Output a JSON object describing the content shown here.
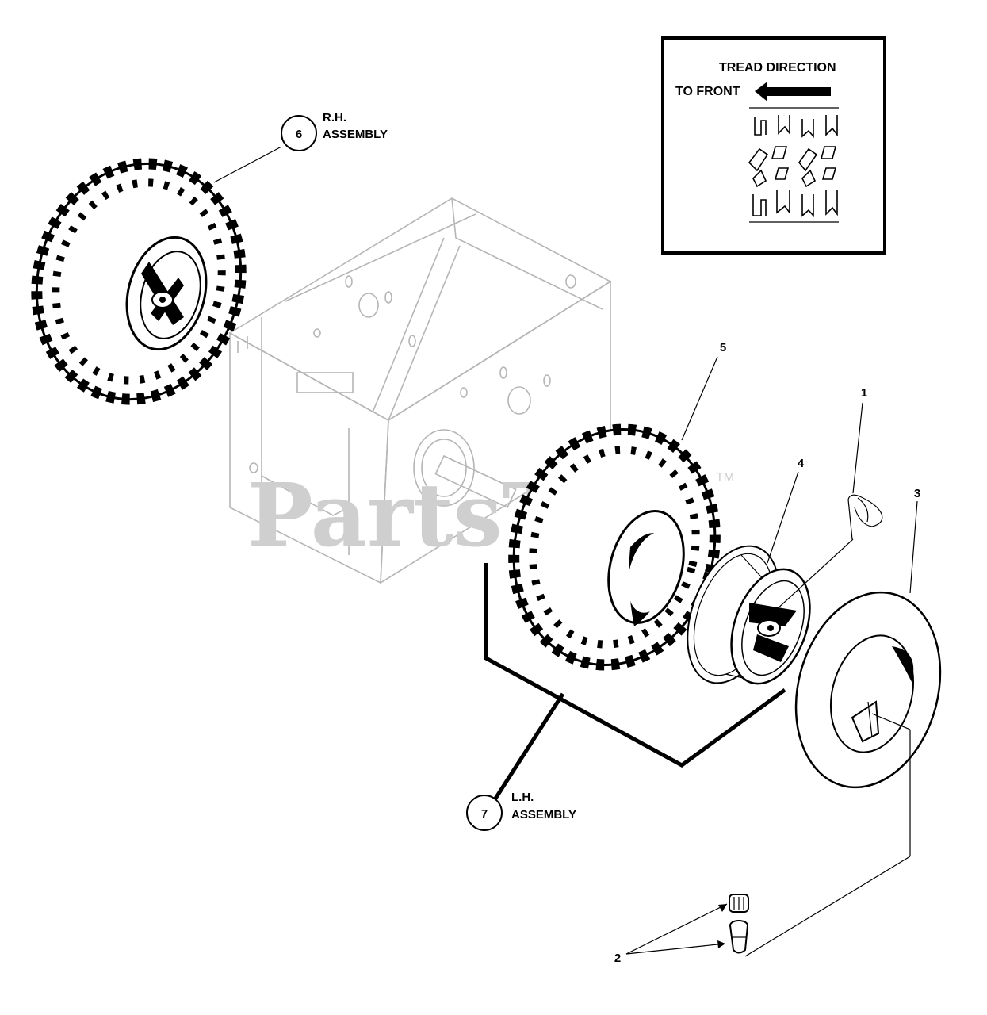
{
  "callouts": [
    {
      "id": "1",
      "text": "1"
    },
    {
      "id": "2",
      "text": "2"
    },
    {
      "id": "3",
      "text": "3"
    },
    {
      "id": "4",
      "text": "4"
    },
    {
      "id": "5",
      "text": "5"
    },
    {
      "id": "6",
      "text": "6"
    },
    {
      "id": "7",
      "text": "7"
    }
  ],
  "captions": {
    "rh_line1": "R.H.",
    "rh_line2": "ASSEMBLY",
    "lh_line1": "L.H.",
    "lh_line2": "ASSEMBLY"
  },
  "tread_box": {
    "title": "TREAD DIRECTION",
    "arrow_label": "TO FRONT"
  },
  "watermark": {
    "text": "PartsTree",
    "trademark": "TM"
  }
}
